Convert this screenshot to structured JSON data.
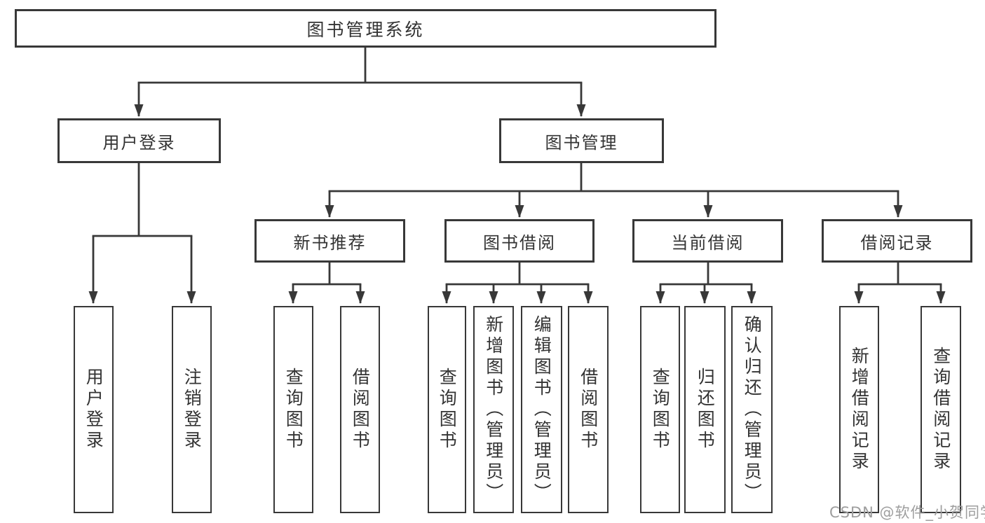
{
  "diagram": {
    "title": {
      "label": "图书管理系统"
    },
    "level2": [
      {
        "label": "用户登录"
      },
      {
        "label": "图书管理"
      }
    ],
    "level3": [
      {
        "label": "新书推荐",
        "parent": "图书管理"
      },
      {
        "label": "图书借阅",
        "parent": "图书管理"
      },
      {
        "label": "当前借阅",
        "parent": "图书管理"
      },
      {
        "label": "借阅记录",
        "parent": "图书管理"
      }
    ],
    "leaves": [
      {
        "label": "用户登录",
        "parent": "用户登录"
      },
      {
        "label": "注销登录",
        "parent": "用户登录"
      },
      {
        "label": "查询图书",
        "parent": "新书推荐"
      },
      {
        "label": "借阅图书",
        "parent": "新书推荐"
      },
      {
        "label": "查询图书",
        "parent": "图书借阅"
      },
      {
        "label": "新增图书（管理员）",
        "parent": "图书借阅"
      },
      {
        "label": "编辑图书（管理员）",
        "parent": "图书借阅"
      },
      {
        "label": "借阅图书",
        "parent": "图书借阅"
      },
      {
        "label": "查询图书",
        "parent": "当前借阅"
      },
      {
        "label": "归还图书",
        "parent": "当前借阅"
      },
      {
        "label": "确认归还（管理员）",
        "parent": "当前借阅"
      },
      {
        "label": "新增借阅记录",
        "parent": "借阅记录"
      },
      {
        "label": "查询借阅记录",
        "parent": "借阅记录"
      }
    ],
    "watermark": {
      "text": "CSDN @软件_小贺同学"
    },
    "colors": {
      "line": "#383838",
      "box_border": "#383838",
      "text": "#333333",
      "background": "#ffffff",
      "watermark": "#9e9e9e"
    }
  }
}
